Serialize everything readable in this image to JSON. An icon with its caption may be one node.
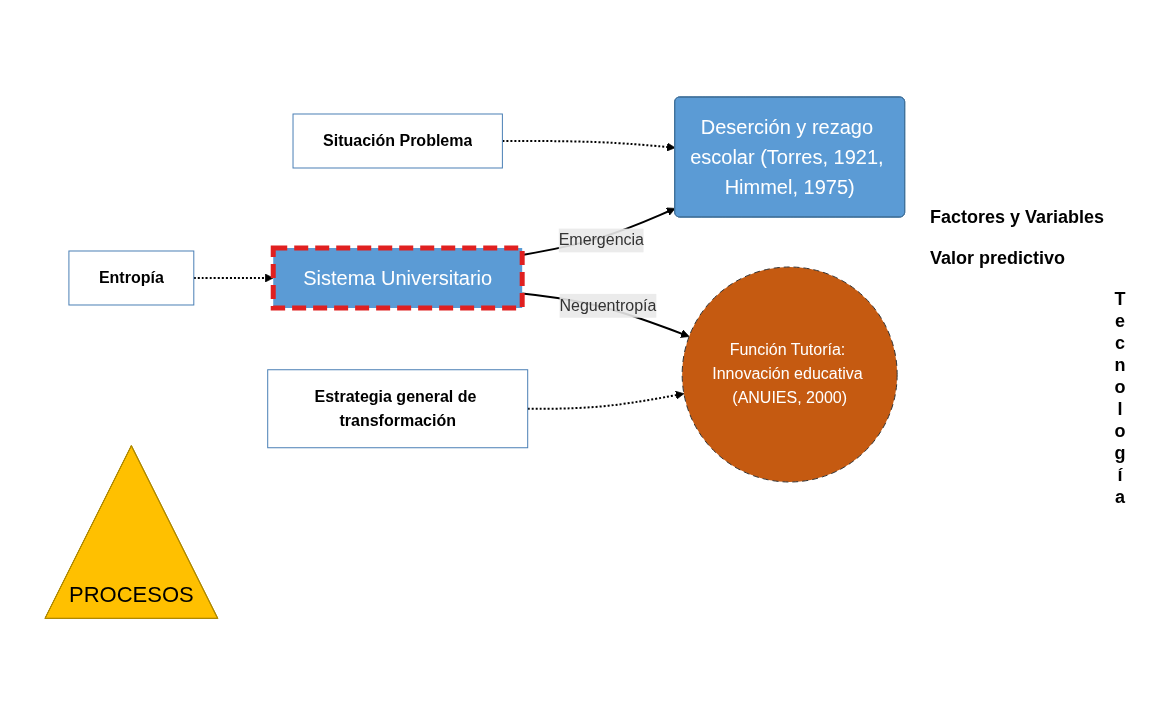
{
  "diagram": {
    "nodes": [
      {
        "text": [
          "Situación Problema"
        ]
      },
      {
        "text": [
          "Deserción y rezago escolar (Torres, 1921, Himmel, 1975)"
        ]
      },
      {
        "text": [
          "Sistema Universitario"
        ]
      },
      {
        "text": [
          "Entropía"
        ]
      },
      {
        "text": [
          "Estrategia general de transformación"
        ]
      },
      {
        "text": [
          "Función Tutoría: Innovación educativa (ANUIES, 2000)"
        ]
      },
      {
        "text": [
          "PROCESOS"
        ]
      }
    ],
    "edges": [
      {
        "from": 0,
        "to": 1,
        "arrow": "to",
        "style": "dashed"
      },
      {
        "from": 2,
        "to": 1,
        "arrow": "to",
        "label": "Emergencia"
      },
      {
        "from": 2,
        "to": 5,
        "arrow": "to",
        "label": "Neguentropía"
      },
      {
        "from": 3,
        "to": 2,
        "arrow": "to",
        "style": "dashed"
      },
      {
        "from": 4,
        "to": 5,
        "arrow": "to",
        "style": "dashed"
      }
    ],
    "labels": [
      "Factores y Variables",
      "Valor predictivo",
      "Tecnología"
    ]
  }
}
